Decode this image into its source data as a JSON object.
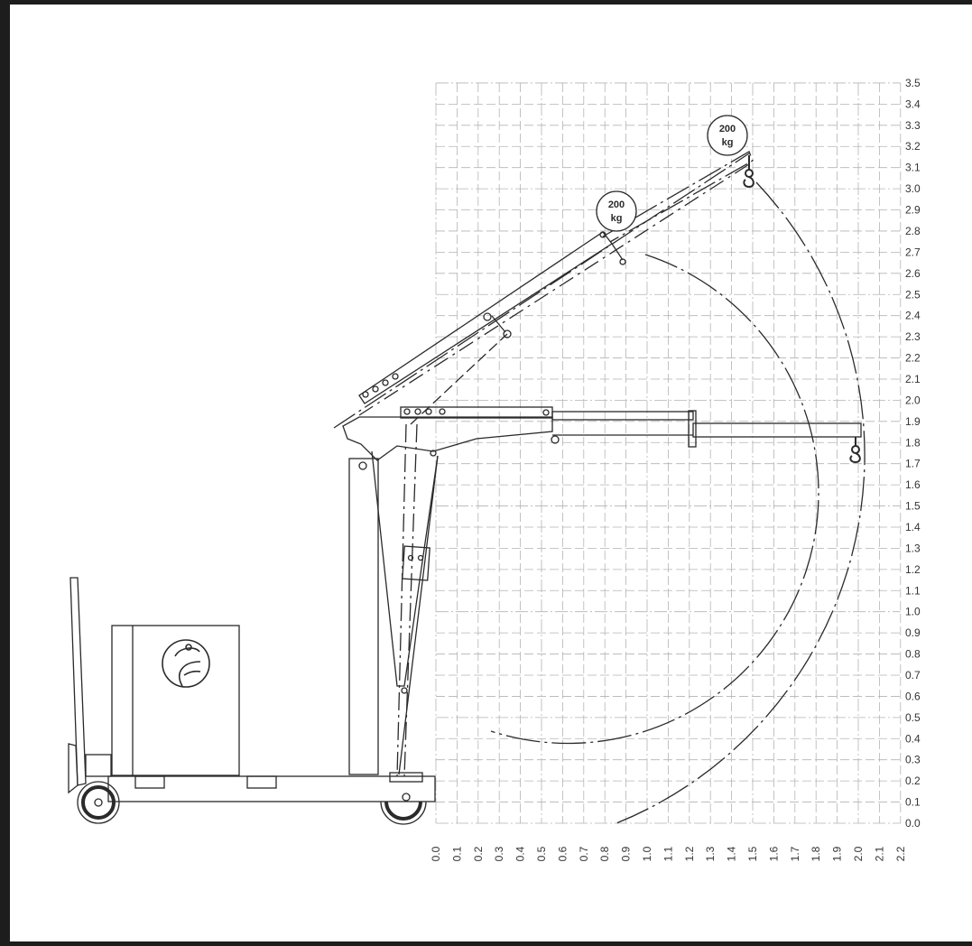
{
  "diagram": {
    "x_axis": {
      "min": 0.0,
      "max": 2.2,
      "step": 0.1,
      "tick_labels": [
        "0.0",
        "0.1",
        "0.2",
        "0.3",
        "0.4",
        "0.5",
        "0.6",
        "0.7",
        "0.8",
        "0.9",
        "1.0",
        "1.1",
        "1.2",
        "1.3",
        "1.4",
        "1.5",
        "1.6",
        "1.7",
        "1.8",
        "1.9",
        "2.0",
        "2.1",
        "2.2"
      ]
    },
    "y_axis": {
      "min": 0.0,
      "max": 3.5,
      "step": 0.1,
      "tick_labels": [
        "0.0",
        "0.1",
        "0.2",
        "0.3",
        "0.4",
        "0.5",
        "0.6",
        "0.7",
        "0.8",
        "0.9",
        "1.0",
        "1.1",
        "1.2",
        "1.3",
        "1.4",
        "1.5",
        "1.6",
        "1.7",
        "1.8",
        "1.9",
        "2.0",
        "2.1",
        "2.2",
        "2.3",
        "2.4",
        "2.5",
        "2.6",
        "2.7",
        "2.8",
        "2.9",
        "3.0",
        "3.1",
        "3.2",
        "3.3",
        "3.4",
        "3.5"
      ]
    },
    "load_labels": [
      {
        "value": "200",
        "unit": "kg"
      },
      {
        "value": "200",
        "unit": "kg"
      }
    ],
    "hook_points": [
      {
        "x": 1.5,
        "y": 3.05
      },
      {
        "x": 0.88,
        "y": 2.68
      },
      {
        "x": 2.0,
        "y": 1.77
      }
    ],
    "colors": {
      "frame": "#1d1d1d",
      "paper": "#ffffff",
      "lines": "#2a2a2a",
      "grid": "#b4b4b4"
    }
  }
}
